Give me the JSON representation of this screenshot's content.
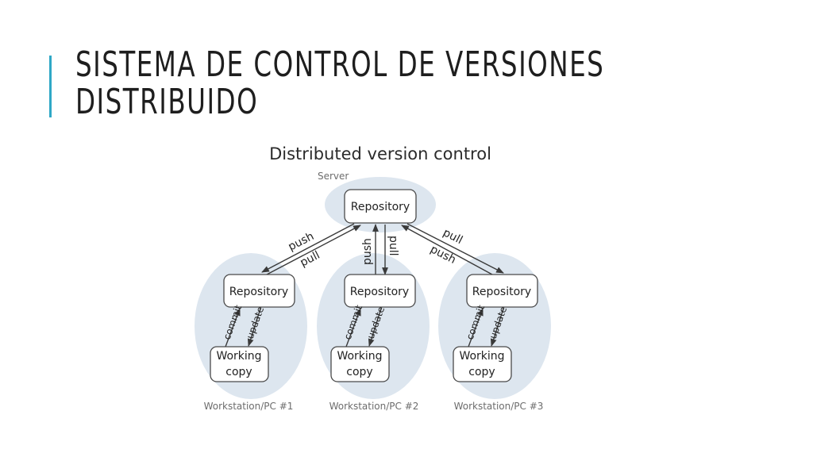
{
  "slide": {
    "title_line1": "SISTEMA DE CONTROL DE VERSIONES",
    "title_line2": "DISTRIBUIDO",
    "accent_color": "#2fa8c6"
  },
  "diagram": {
    "title": "Distributed version control",
    "server_label": "Server",
    "server_repo": "Repository",
    "workstations": [
      {
        "label": "Workstation/PC #1",
        "repo": "Repository",
        "working_line1": "Working",
        "working_line2": "copy",
        "commit": "commit",
        "update": "update"
      },
      {
        "label": "Workstation/PC #2",
        "repo": "Repository",
        "working_line1": "Working",
        "working_line2": "copy",
        "commit": "commit",
        "update": "update"
      },
      {
        "label": "Workstation/PC #3",
        "repo": "Repository",
        "working_line1": "Working",
        "working_line2": "copy",
        "commit": "commit",
        "update": "update"
      }
    ],
    "arrows": {
      "left_push": "push",
      "left_pull": "pull",
      "mid_push": "push",
      "mid_pull": "pull",
      "right_pull": "pull",
      "right_push": "push"
    }
  }
}
